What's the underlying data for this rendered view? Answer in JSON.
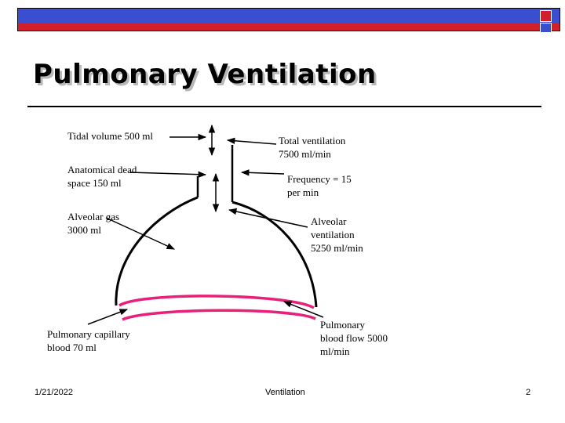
{
  "slide": {
    "title": "Pulmonary Ventilation",
    "footer": {
      "date": "1/21/2022",
      "center": "Ventilation",
      "page": "2"
    }
  },
  "labels": {
    "tidal_volume": "Tidal volume 500 ml",
    "anatomical_dead_space": "Anatomical dead\nspace 150 ml",
    "alveolar_gas": "Alveolar gas\n3000 ml",
    "pulmonary_capillary_blood": "Pulmonary capillary\nblood 70 ml",
    "total_ventilation": "Total ventilation\n7500 ml/min",
    "frequency": "Frequency = 15\nper min",
    "alveolar_ventilation": "Alveolar\nventilation\n5250 ml/min",
    "pulmonary_blood_flow": "Pulmonary\nblood flow 5000\nml/min"
  },
  "colors": {
    "header_bar_blue": "#3a4fd0",
    "header_bar_red": "#d11f2b",
    "capillary_pink": "#e8207a",
    "line": "#000000"
  }
}
